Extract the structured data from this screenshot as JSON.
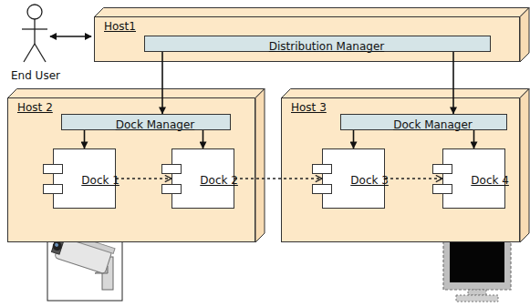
{
  "diagram": {
    "nodes": [
      {
        "text": [
          "Host1"
        ]
      },
      {
        "text": [
          "Distribution Manager"
        ],
        "in": 0
      },
      {
        "text": [
          "Host 2"
        ]
      },
      {
        "text": [
          "Dock Manager"
        ],
        "in": 2
      },
      {
        "text": [
          "Dock 1"
        ],
        "in": 2
      },
      {
        "text": [
          "Dock 2"
        ],
        "in": 2
      },
      {
        "text": [
          "Host 3"
        ]
      },
      {
        "text": [
          "Dock Manager"
        ],
        "in": 6
      },
      {
        "text": [
          "Dock 3"
        ],
        "in": 6
      },
      {
        "text": [
          "Dock 4"
        ],
        "in": 6
      }
    ],
    "edges": [
      {
        "from": 1,
        "to": 3,
        "arrow": "to"
      },
      {
        "from": 1,
        "to": 7,
        "arrow": "to"
      },
      {
        "from": 3,
        "to": 4,
        "arrow": "to"
      },
      {
        "from": 3,
        "to": 5,
        "arrow": "to"
      },
      {
        "from": 7,
        "to": 8,
        "arrow": "to"
      },
      {
        "from": 7,
        "to": 9,
        "arrow": "to"
      },
      {
        "from": 4,
        "to": 5,
        "arrow": "to"
      },
      {
        "from": 5,
        "to": 8,
        "arrow": "to"
      },
      {
        "from": 8,
        "to": 9,
        "arrow": "to"
      }
    ],
    "labels": [
      "End User"
    ]
  }
}
